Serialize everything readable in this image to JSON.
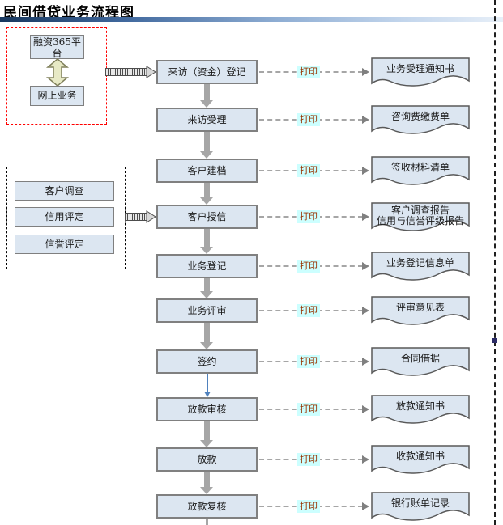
{
  "title": "民间借贷业务流程图",
  "platform_group": {
    "platform": "融资365平台",
    "online": "网上业务"
  },
  "evaluation_group": {
    "items": [
      "客户调查",
      "信用评定",
      "信誉评定"
    ]
  },
  "print_label": "打印",
  "flow_rows": [
    {
      "step": "来访（资金）登记",
      "doc": "业务受理通知书"
    },
    {
      "step": "来访受理",
      "doc": "咨询费缴费单"
    },
    {
      "step": "客户建档",
      "doc": "签收材料清单"
    },
    {
      "step": "客户授信",
      "doc": "客户调查报告",
      "doc2": "信用与信誉评级报告"
    },
    {
      "step": "业务登记",
      "doc": "业务登记信息单"
    },
    {
      "step": "业务评审",
      "doc": "评审意见表"
    },
    {
      "step": "签约",
      "doc": "合同借据"
    },
    {
      "step": "放款审核",
      "doc": "放款通知书"
    },
    {
      "step": "放款",
      "doc": "收款通知书"
    },
    {
      "step": "放款复核",
      "doc": "银行账单记录"
    }
  ],
  "colors": {
    "node_fill": "#dce6f1",
    "node_border": "#7f7f7f",
    "arrow_gray": "#a6a6a6",
    "arrow_blue": "#4f81bd",
    "print_text": "#993300",
    "print_bg": "#ccffff",
    "group_border_red": "#ff0000",
    "group_border_black": "#000000",
    "title_bar_start": "#17375e",
    "title_bar_end": "#e7eff8"
  }
}
